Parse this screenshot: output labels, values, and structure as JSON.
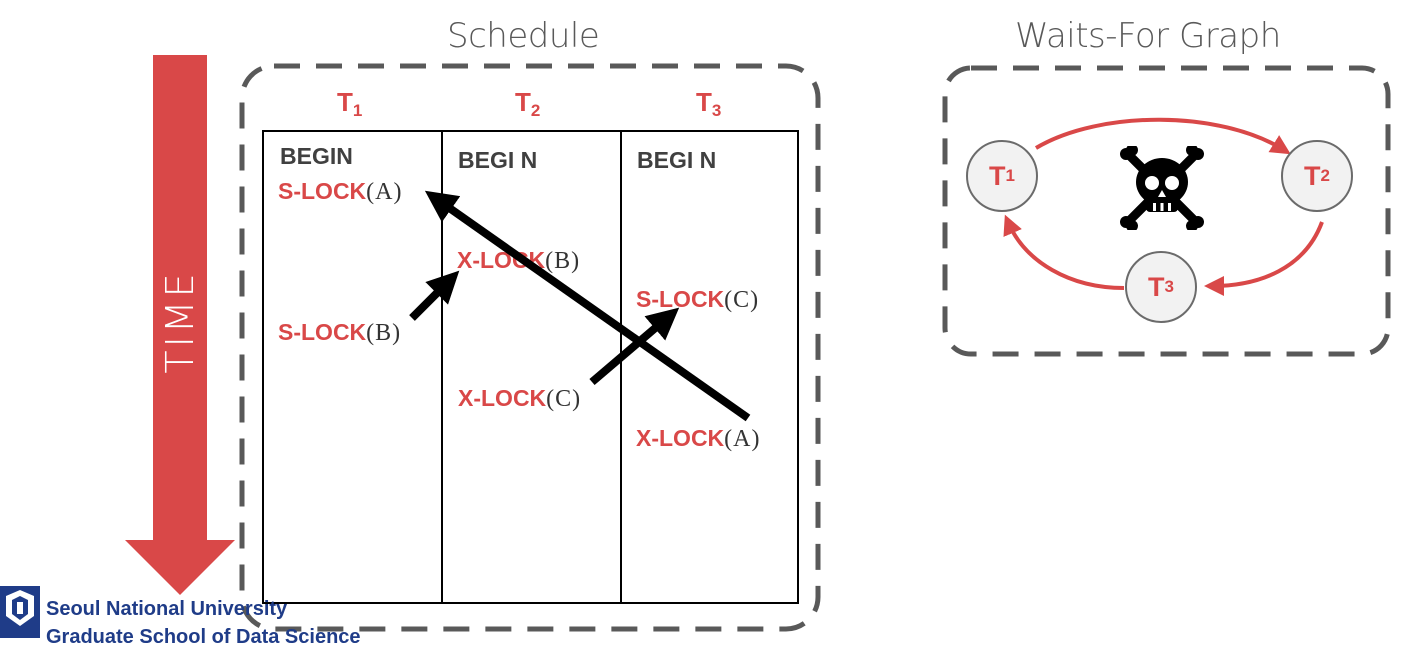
{
  "schedule": {
    "title": "Schedule",
    "txns": [
      {
        "label": "T",
        "sub": "1"
      },
      {
        "label": "T",
        "sub": "2"
      },
      {
        "label": "T",
        "sub": "3"
      }
    ],
    "begin": [
      "BEGIN",
      "BEGI N",
      "BEGI N"
    ],
    "ops": [
      {
        "op": "S-LOCK",
        "obj": "(A)"
      },
      {
        "op": "X-LOCK",
        "obj": "(B)"
      },
      {
        "op": "S-LOCK",
        "obj": "(C)"
      },
      {
        "op": "S-LOCK",
        "obj": "(B)"
      },
      {
        "op": "X-LOCK",
        "obj": "(C)"
      },
      {
        "op": "X-LOCK",
        "obj": "(A)"
      }
    ]
  },
  "time_label": "TIME",
  "graph": {
    "title": "Waits-For Graph",
    "nodes": [
      {
        "label": "T",
        "sub": "1"
      },
      {
        "label": "T",
        "sub": "2"
      },
      {
        "label": "T",
        "sub": "3"
      }
    ],
    "deadlock_icon": "skull-crossbones-icon"
  },
  "footer": {
    "university": "Seoul National University",
    "school": "Graduate School of Data Science",
    "logo_icon": "snu-emblem-icon"
  },
  "colors": {
    "accent_red": "#d94848",
    "arrow_red": "#d94848",
    "dash_gray": "#595959",
    "node_fill": "#f2f2f2",
    "brand_blue": "#1f3c88"
  }
}
